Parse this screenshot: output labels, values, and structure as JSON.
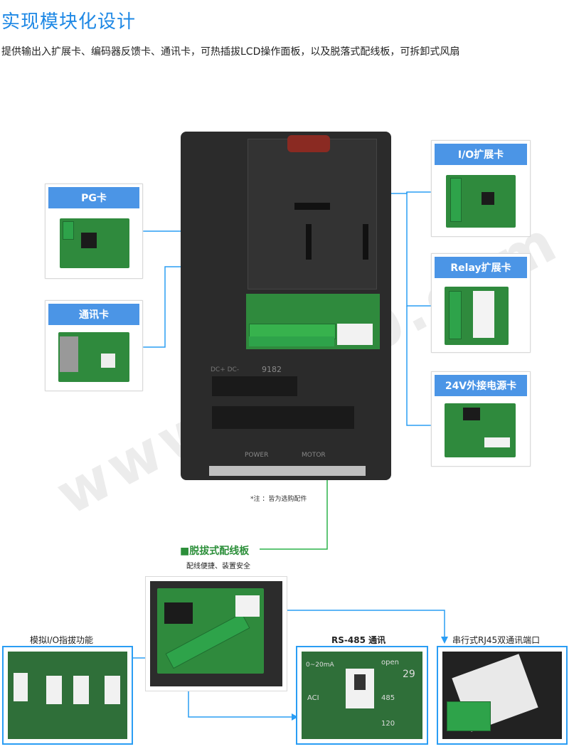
{
  "header": {
    "title": "实现模块化设计",
    "subtitle": "提供输出入扩展卡、编码器反馈卡、通讯卡，可热插拔LCD操作面板，以及脱落式配线板，可拆卸式风扇"
  },
  "cards": {
    "pg": "PG卡",
    "comm": "通讯卡",
    "io": "I/O扩展卡",
    "relay": "Relay扩展卡",
    "power24": "24V外接电源卡"
  },
  "device": {
    "terminal_label": "DC+ DC-",
    "terminal_code": "9182",
    "bottom_labels": [
      "POWER",
      "MOTOR"
    ]
  },
  "note": "*注 ：皆为选购配件",
  "wiring_board": {
    "title": "脱拔式配线板",
    "subtitle": "配线便捷、装置安全"
  },
  "details": {
    "analog": "模拟I/O指拔功能",
    "rs485": "RS-485 通讯",
    "rj45": "串行式RJ45双通讯端口"
  },
  "switch_labels": {
    "rs485_top": "open",
    "rs485_a": "0~20mA",
    "rs485_b": "ACI",
    "rs485_c": "485",
    "rs485_d": "120",
    "rs485_e": "29"
  },
  "watermark": "www.m360.com",
  "colors": {
    "title_blue": "#1e88e5",
    "card_bar": "#4b95e6",
    "line_blue": "#2a9df4",
    "highlight_green": "#2cb34a"
  }
}
